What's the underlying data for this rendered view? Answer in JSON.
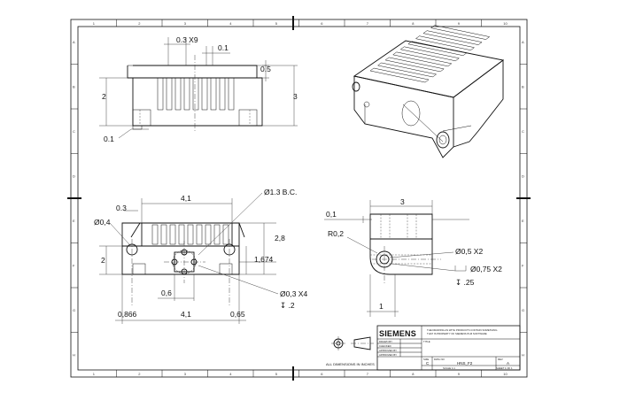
{
  "border": {
    "columns": [
      "1",
      "2",
      "3",
      "4",
      "5",
      "6",
      "7",
      "8",
      "9",
      "10"
    ],
    "rows": [
      "A",
      "B",
      "C",
      "D",
      "E",
      "F",
      "G",
      "H"
    ]
  },
  "front_view": {
    "dims": {
      "slot_width": "0.3  X9",
      "gap": "0.1",
      "top_step": "0.5",
      "height_left": "2",
      "height_right": "3",
      "base_offset": "0.1"
    }
  },
  "top_view": {
    "dims": {
      "width_top": "4,1",
      "margin": "0.3",
      "hole_dia": "Ø0,4",
      "bolt_circle": "Ø1.3  B.C.",
      "depth_right": "2,8",
      "height_left": "2",
      "center_y": "1,674",
      "spacing": "0,6",
      "small_holes": "Ø0,3  X4",
      "small_depth": "↧ .2",
      "left_offset": "0,866",
      "width_bottom": "4,1",
      "right_offset": "0,65"
    }
  },
  "side_view": {
    "dims": {
      "width": "3",
      "top": "0,1",
      "radius": "R0,2",
      "hole1": "Ø0,5  X2",
      "counterbore": "Ø0,75  X2",
      "cb_depth": "↧ .25",
      "bottom": "1"
    }
  },
  "notes": {
    "all_dims": "ALL DIMENSIONS IN INCHES"
  },
  "title_block": {
    "brand": "SIEMENS",
    "notice_line1": "THE DRAWING AS WITH PRODUCTS CONTAIN SOMETHING",
    "notice_line2": "THAT IS PROPERTY OF SIEMENS PLM SOFTWARE",
    "drawn_by_label": "DRAWN BY",
    "checked_label": "CHECKED",
    "approved_label": "APPROVED BY",
    "approved2_label": "APPROVED BY",
    "title_label": "TITLE",
    "size_label": "SIZE",
    "size_value": "C",
    "drawing_no_label": "DWG NO",
    "drawing_no": "HNS_F2",
    "rev_label": "REV",
    "rev_value": "A",
    "scale_label": "SCALE 1:1",
    "sheet_label": "SHEET 1 OF 1"
  }
}
